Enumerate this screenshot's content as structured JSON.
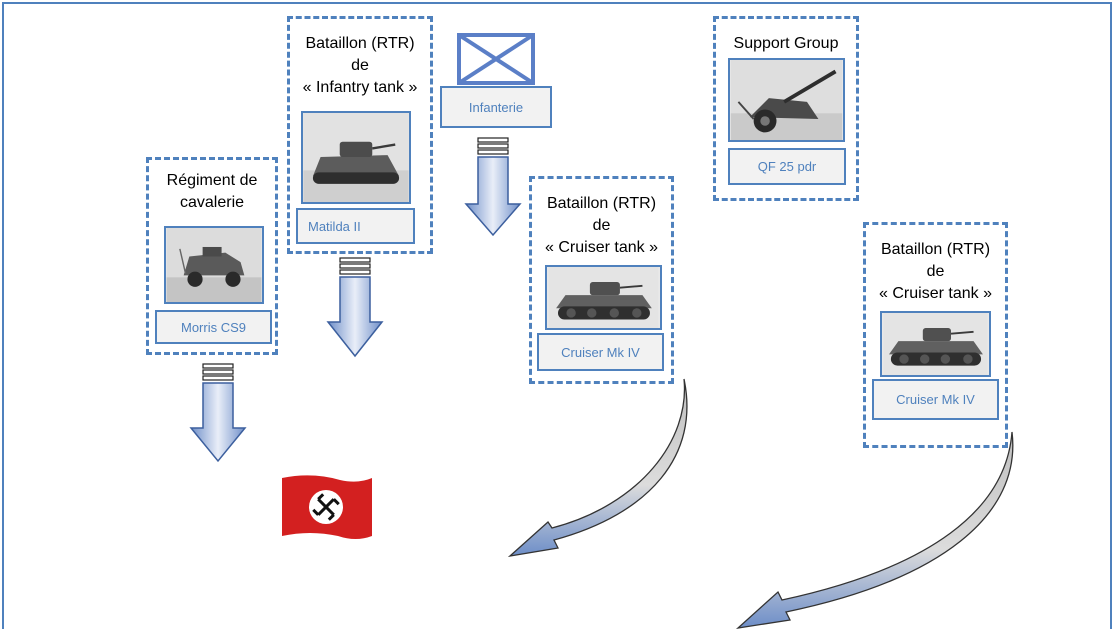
{
  "units": [
    {
      "id": "cavalerie",
      "title": "Régiment de\ncavalerie",
      "label": "Morris CS9",
      "photo_icon": "armored-car-photo"
    },
    {
      "id": "infantry-tank",
      "title": "Bataillon (RTR)\nde\n« Infantry tank »",
      "label": "Matilda II",
      "photo_icon": "infantry-tank-photo"
    },
    {
      "id": "infanterie",
      "title": "",
      "label": "Infanterie",
      "photo_icon": "infantry-nato-symbol"
    },
    {
      "id": "cruiser-1",
      "title": "Bataillon (RTR)\nde\n« Cruiser tank »",
      "label": "Cruiser Mk IV",
      "photo_icon": "cruiser-tank-photo"
    },
    {
      "id": "support",
      "title": "Support Group",
      "label": "QF 25 pdr",
      "photo_icon": "field-gun-photo"
    },
    {
      "id": "cruiser-2",
      "title": "Bataillon (RTR)\nde\n« Cruiser tank »",
      "label": "Cruiser Mk IV",
      "photo_icon": "cruiser-tank-photo"
    }
  ],
  "colors": {
    "border": "#4f81bd",
    "label_text": "#4f81bd",
    "flag_red": "#d32020"
  },
  "icons": [
    "down-arrow-icon",
    "curved-arrow-icon",
    "enemy-flag-icon"
  ]
}
